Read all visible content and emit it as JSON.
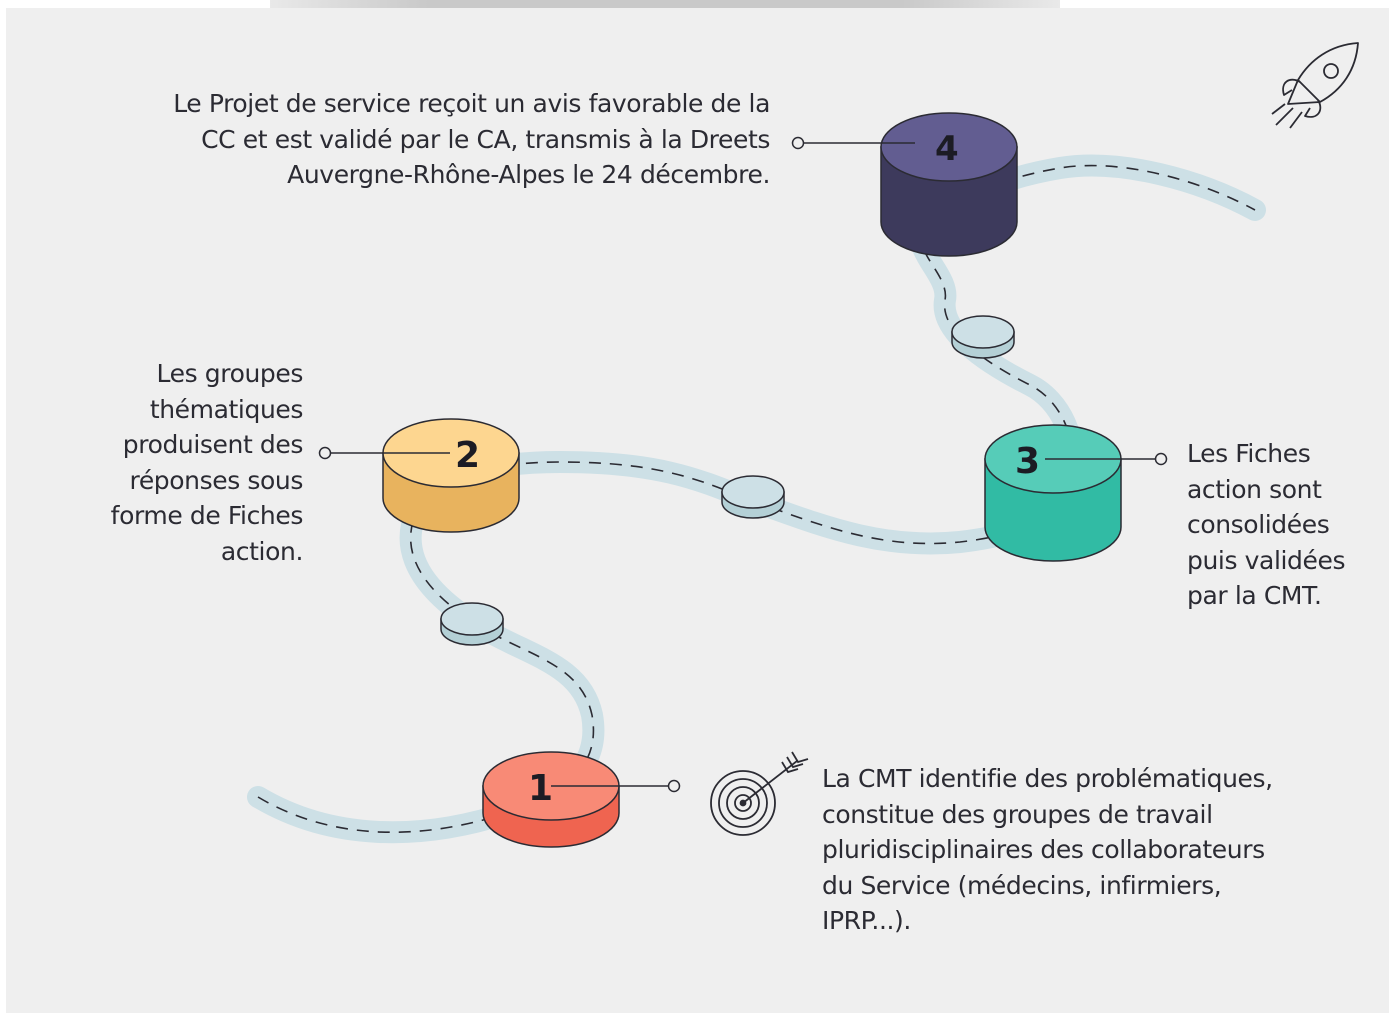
{
  "steps": [
    {
      "number": "1",
      "text": "La CMT identifie des problématiques, constitue des groupes de travail pluridisciplinaires des collaborateurs du Service (médecins, infirmiers, IPRP...).",
      "top_color": "#f88a76",
      "side_color": "#ef6450"
    },
    {
      "number": "2",
      "text": "Les groupes thématiques produisent des réponses sous forme de Fiches action.",
      "top_color": "#fdd690",
      "side_color": "#e8b35e"
    },
    {
      "number": "3",
      "text": "Les Fiches action sont consolidées puis validées par la CMT.",
      "top_color": "#56ccb8",
      "side_color": "#31bba4"
    },
    {
      "number": "4",
      "text": "Le Projet de service reçoit un avis favorable de la CC et est  validé par le CA, transmis à la Dreets Auvergne-Rhône-Alpes le 24 décembre.",
      "top_color": "#625d91",
      "side_color": "#3d3a5c"
    }
  ],
  "road_color": "#cde0e6",
  "icons": [
    "target-icon",
    "rocket-icon"
  ]
}
